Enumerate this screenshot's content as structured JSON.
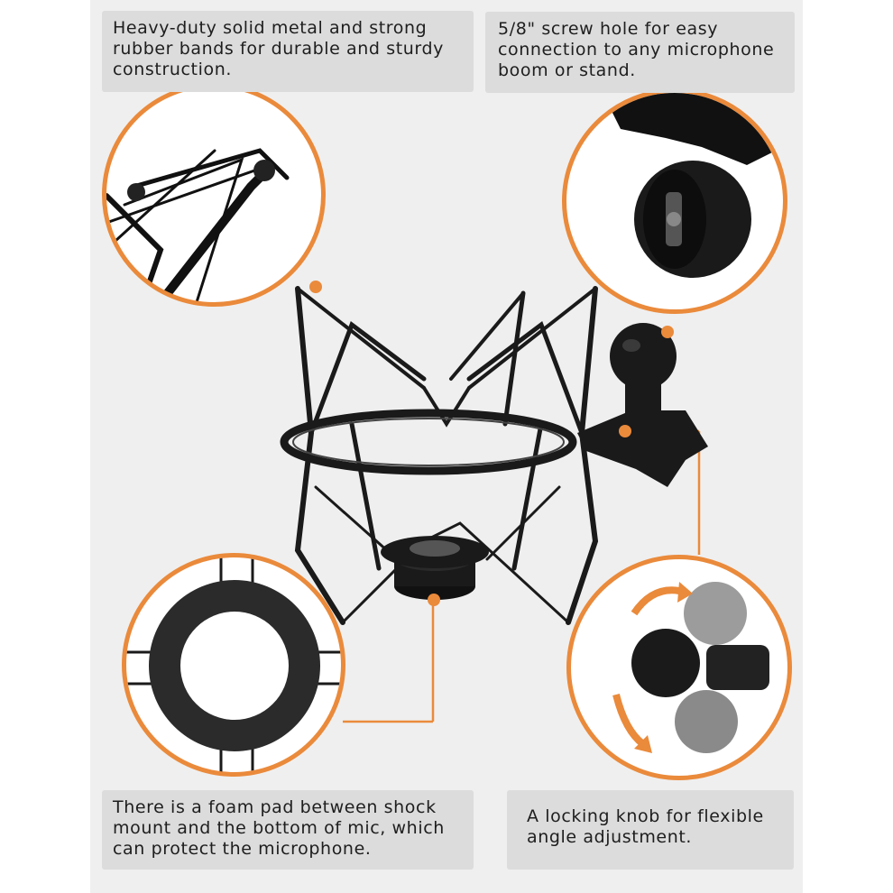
{
  "captions": {
    "metal_bands": "Heavy-duty solid metal and strong rubber bands for durable and sturdy construction.",
    "screw_hole": "5/8\" screw hole for easy connection to any microphone boom or stand.",
    "foam_pad": "There is a foam pad between shock mount and the bottom of mic, which can protect the microphone.",
    "locking_knob": "A locking knob for flexible angle adjustment."
  },
  "colors": {
    "accent": "#ea8a3b",
    "caption_bg": "#dcdcdc",
    "background": "#efefef",
    "metal": "#1a1a1a"
  },
  "icons": {
    "arrow_up": "curved-arrow-up-icon",
    "arrow_down": "curved-arrow-down-icon"
  }
}
